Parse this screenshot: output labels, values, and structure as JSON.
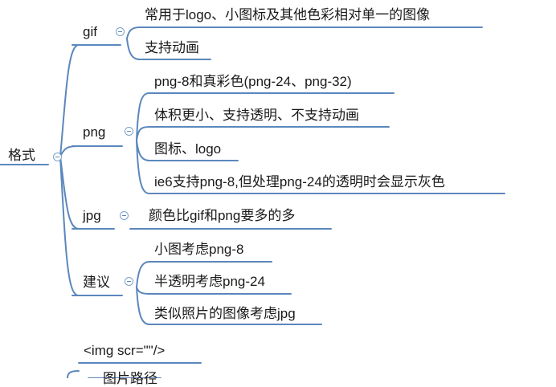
{
  "root": {
    "label": "格式"
  },
  "branches": {
    "gif": {
      "label": "gif",
      "children": [
        "常用于logo、小图标及其他色彩相对单一的图像",
        "支持动画"
      ]
    },
    "png": {
      "label": "png",
      "children": [
        "png-8和真彩色(png-24、png-32)",
        "体积更小、支持透明、不支持动画",
        "图标、logo",
        "ie6支持png-8,但处理png-24的透明时会显示灰色"
      ]
    },
    "jpg": {
      "label": "jpg",
      "children": [
        "颜色比gif和png要多的多"
      ]
    },
    "suggest": {
      "label": "建议",
      "children": [
        "小图考虑png-8",
        "半透明考虑png-24",
        "类似照片的图像考虑jpg"
      ]
    }
  },
  "next_topic": {
    "label": "<img scr=\"\"/>",
    "child_partial": "图片路径"
  },
  "colors": {
    "line": "#5b87bd",
    "text": "#1a1a1a"
  }
}
